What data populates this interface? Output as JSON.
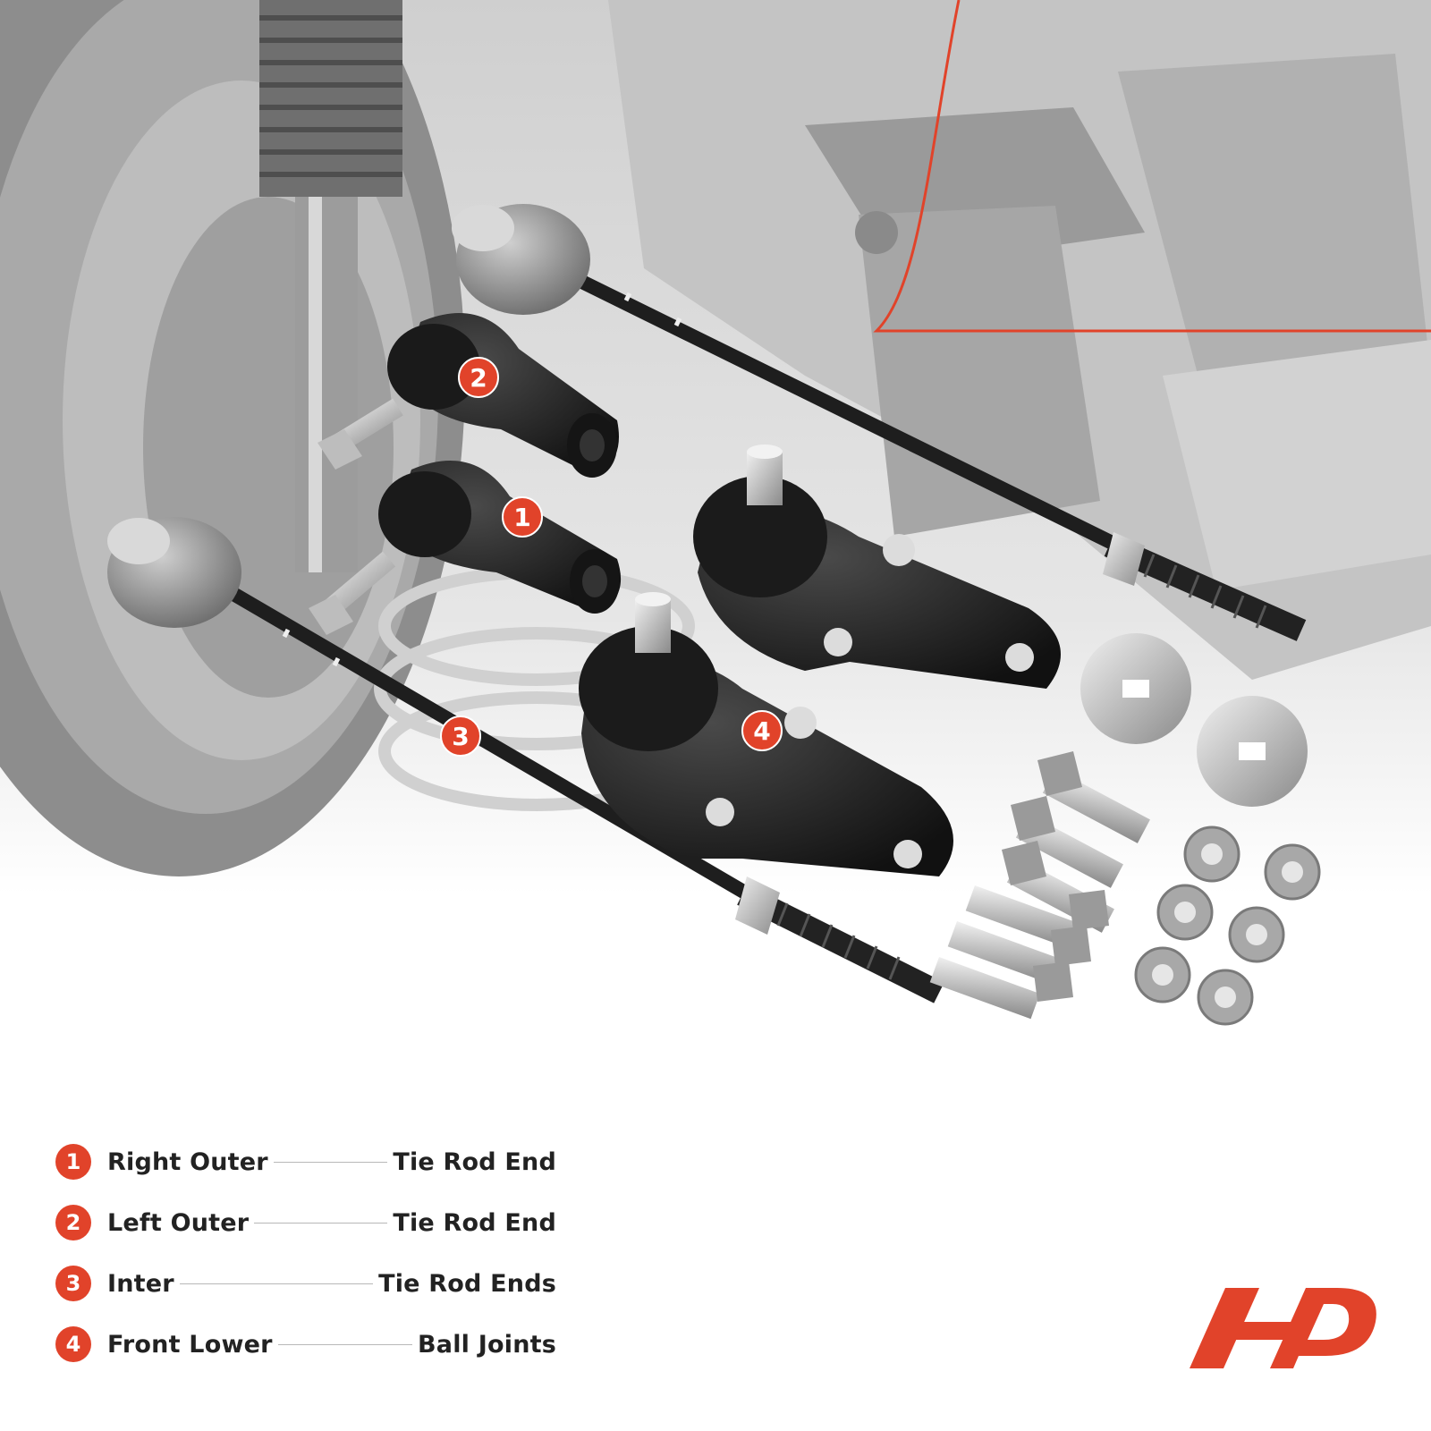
{
  "colors": {
    "accent": "#e1432a",
    "text": "#222222",
    "background_gray": "#bdbdbd",
    "part_black": "#1c1c1c"
  },
  "callouts": [
    {
      "number": "1",
      "target": "right-outer-tie-rod-end"
    },
    {
      "number": "2",
      "target": "left-outer-tie-rod-end"
    },
    {
      "number": "3",
      "target": "inner-tie-rod"
    },
    {
      "number": "4",
      "target": "front-lower-ball-joint"
    }
  ],
  "legend": [
    {
      "number": "1",
      "left": "Right Outer",
      "right": "Tie Rod End"
    },
    {
      "number": "2",
      "left": "Left Outer",
      "right": "Tie Rod End"
    },
    {
      "number": "3",
      "left": "Inter",
      "right": "Tie Rod Ends"
    },
    {
      "number": "4",
      "left": "Front Lower",
      "right": "Ball Joints"
    }
  ],
  "brand": {
    "logo_icon": "ap-logo-icon"
  }
}
